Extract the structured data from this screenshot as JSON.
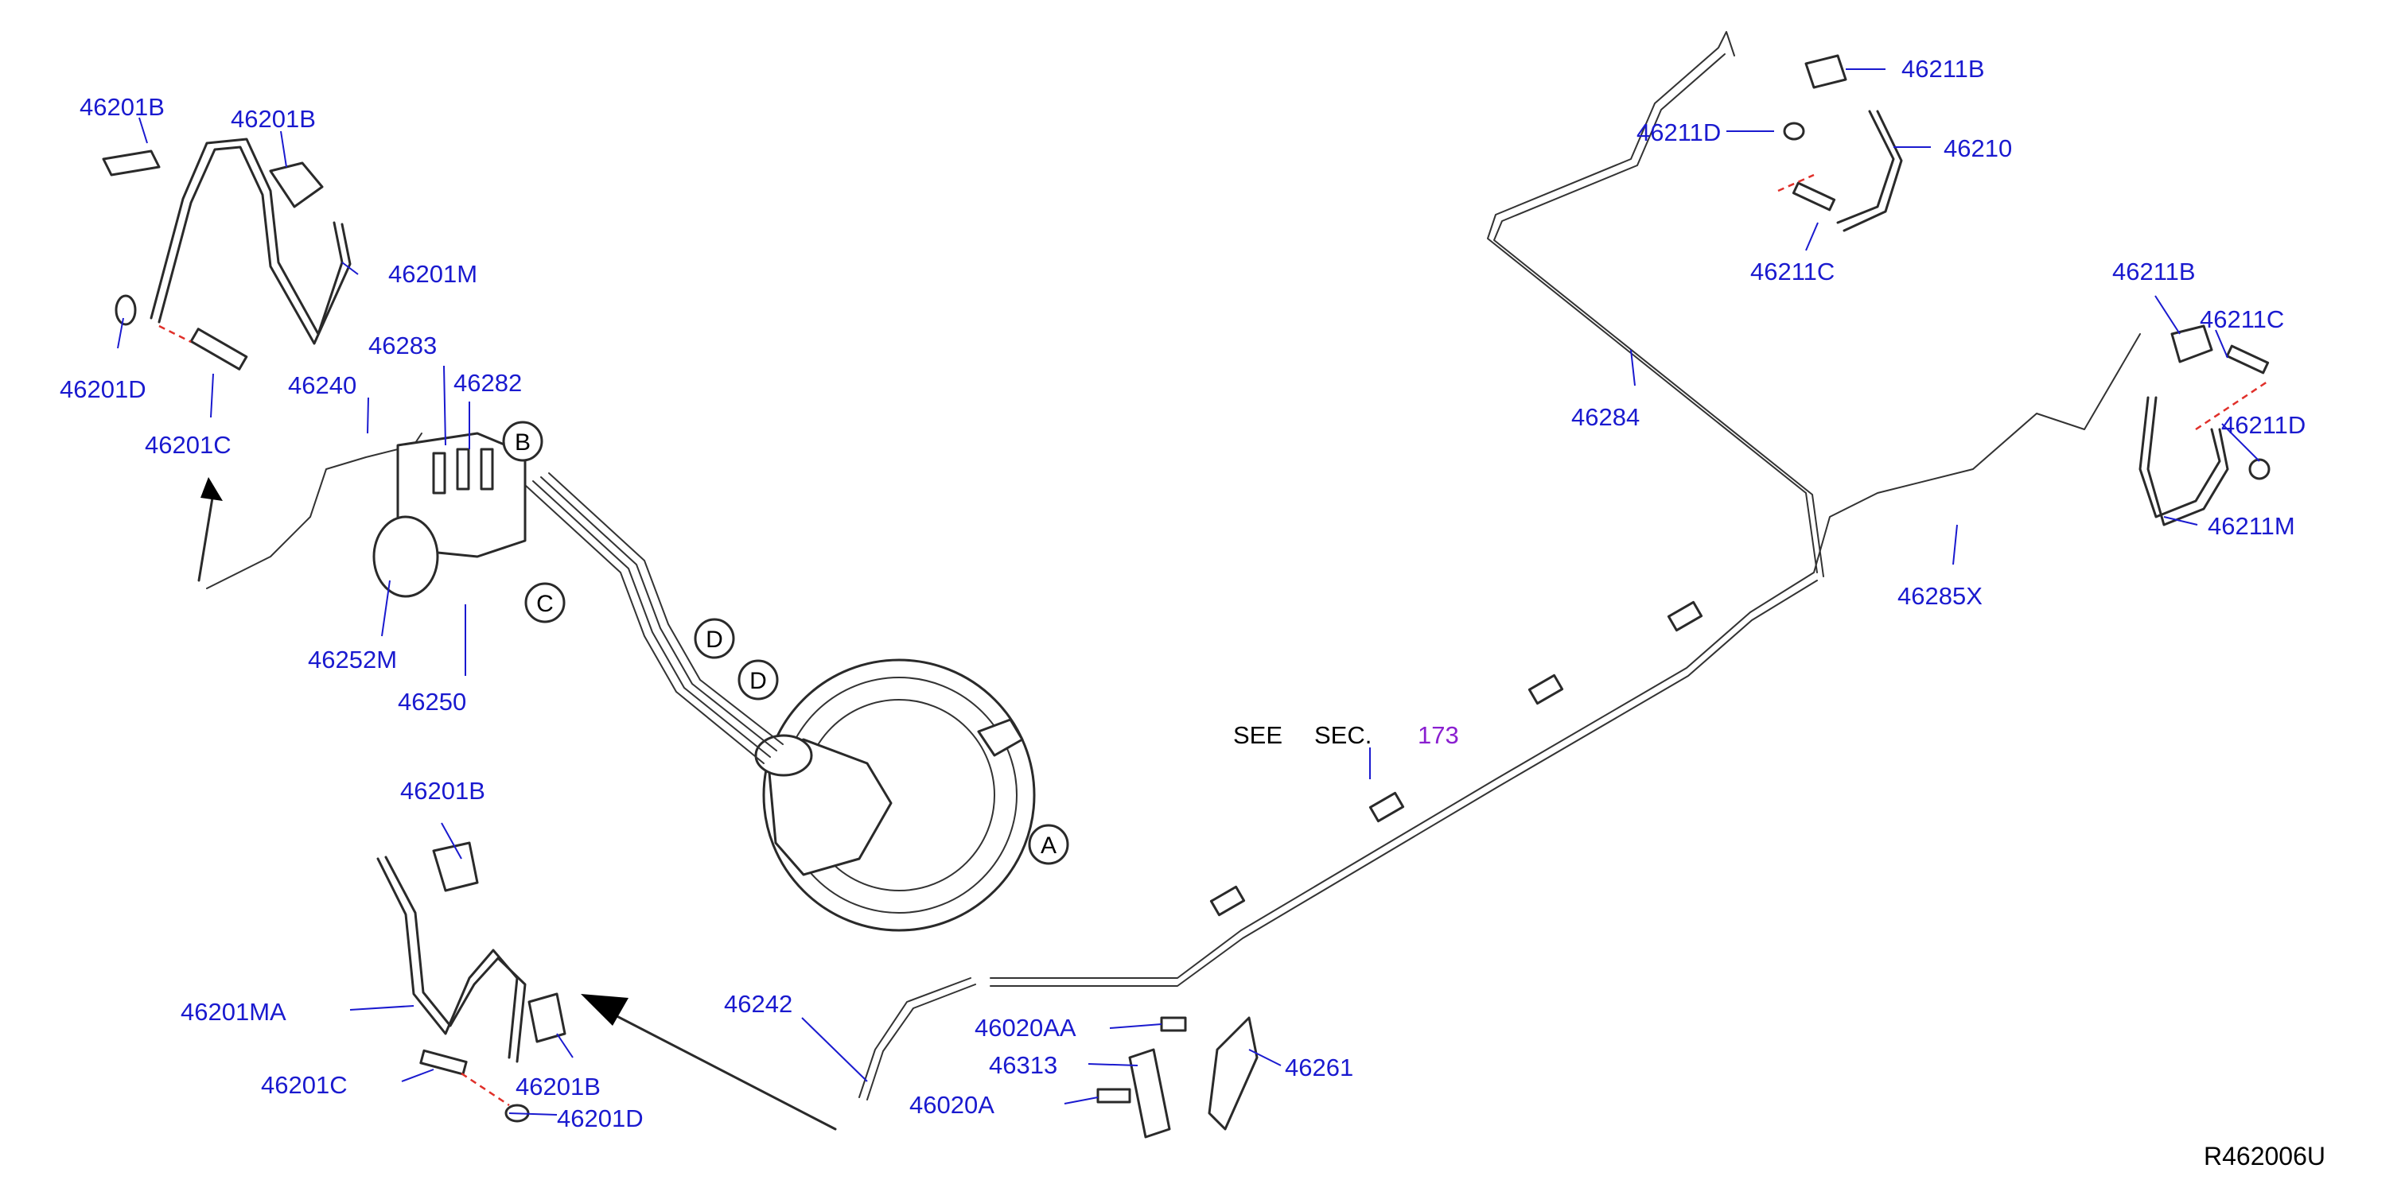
{
  "diagram": {
    "code": "R462006U",
    "see_sec": {
      "see": "SEE",
      "sec": "SEC.",
      "num": "173"
    },
    "section_refs": [
      "A",
      "B",
      "C",
      "D",
      "D"
    ],
    "parts": [
      "46201B",
      "46201B",
      "46201M",
      "46201D",
      "46201C",
      "46240",
      "46283",
      "46282",
      "46252M",
      "46250",
      "46201B",
      "46201MA",
      "46201C",
      "46201B",
      "46201D",
      "46242",
      "46020AA",
      "46313",
      "46020A",
      "46261",
      "46284",
      "46211D",
      "46211B",
      "46210",
      "46211C",
      "46211B",
      "46211C",
      "46211D",
      "46211M",
      "46285X"
    ],
    "colors": {
      "part_label": "#1a1acf",
      "section_label": "#8a1fd0",
      "lines": "#2a2a2a",
      "dashed_leader": "#e0302a"
    }
  }
}
